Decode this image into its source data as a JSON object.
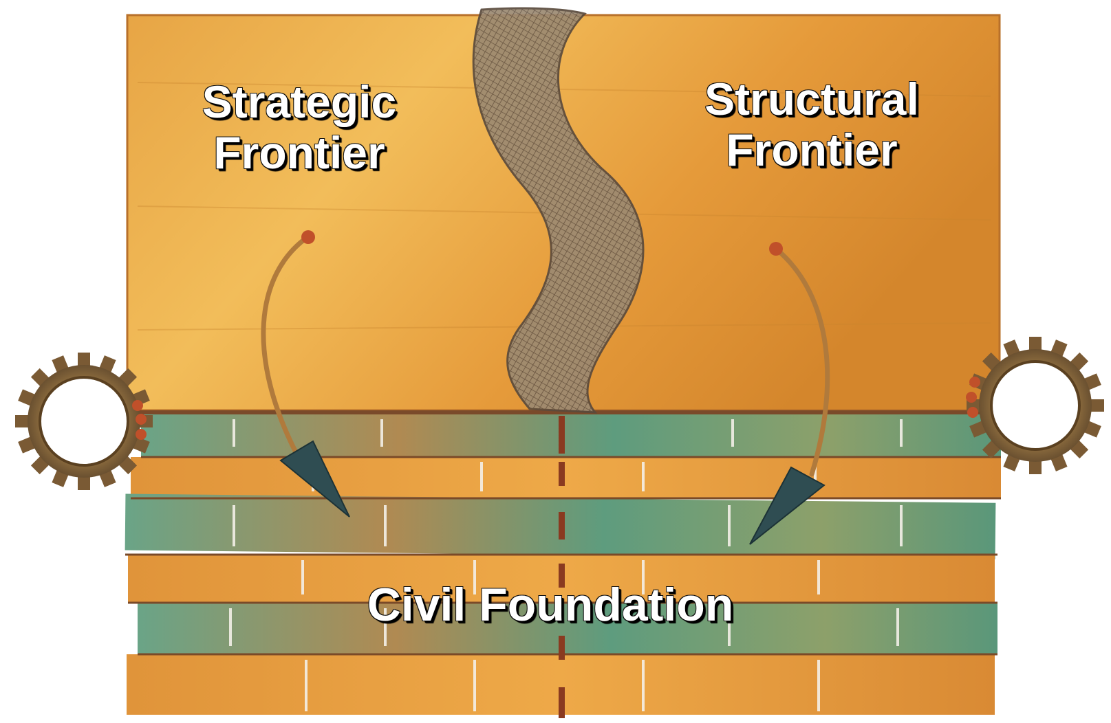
{
  "labels": {
    "strategic_line1": "Strategic",
    "strategic_line2": "Frontier",
    "structural_line1": "Structural",
    "structural_line2": "Frontier",
    "civil": "Civil Foundation"
  },
  "colors": {
    "board_light": "#f0b04a",
    "board_dark": "#d98a2e",
    "plank_orange": "#e39a3d",
    "plank_teal": "#5c9c7c",
    "gear": "#8a6a3e",
    "arrow_rod": "#b07a3c",
    "arrow_head": "#2f4d52",
    "mesh": "#8a7a6a"
  },
  "icons": {
    "left_gear": "gear-icon",
    "right_gear": "gear-icon",
    "left_arrow": "curved-arrow-icon",
    "right_arrow": "curved-arrow-icon",
    "mesh": "wire-mesh-wave-icon"
  }
}
